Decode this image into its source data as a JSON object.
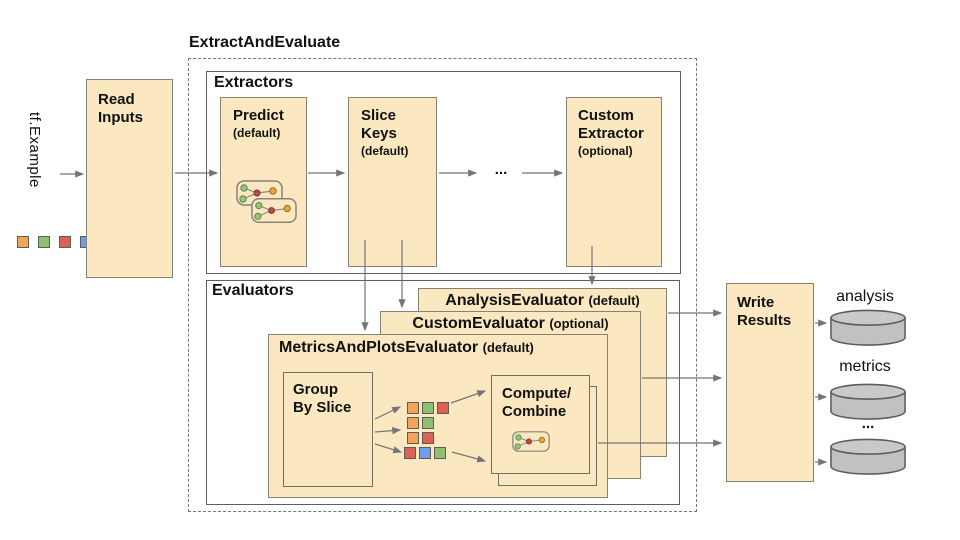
{
  "palette": {
    "box_fill": "#FBE7C0",
    "box_border": "#848474",
    "container_border": "#5f5f5f",
    "dashed_border": "#767676",
    "arrow": "#757575",
    "square_border": "#5e5e50",
    "orange": "#F2A45A",
    "green": "#8FBF72",
    "red": "#DB6158",
    "blue": "#6E9EEA",
    "node_green": "#93C47D",
    "node_red": "#BE4B48",
    "node_yellow": "#E2A83C",
    "cylinder_fill": "#C1C1C1",
    "cylinder_top": "#C9C9C9",
    "cylinder_stroke": "#5d5d5d"
  },
  "input": {
    "label": "tf.Example",
    "squares": [
      "orange",
      "green",
      "red",
      "blue"
    ]
  },
  "read_inputs": {
    "label": "Read\nInputs"
  },
  "pipeline": {
    "title": "ExtractAndEvaluate"
  },
  "extractors": {
    "label": "Extractors",
    "predict": {
      "name": "Predict",
      "qualifier": "(default)"
    },
    "slice_keys": {
      "name": "Slice\nKeys",
      "qualifier": "(default)"
    },
    "custom": {
      "name": "Custom\nExtractor",
      "qualifier": "(optional)"
    },
    "ellipsis": "..."
  },
  "evaluators": {
    "label": "Evaluators",
    "analysis": {
      "name": "AnalysisEvaluator",
      "qualifier": "(default)"
    },
    "custom": {
      "name": "CustomEvaluator",
      "qualifier": "(optional)"
    },
    "metrics_plots": {
      "name": "MetricsAndPlotsEvaluator",
      "qualifier": "(default)"
    },
    "group_by_slice": {
      "label": "Group\nBy Slice"
    },
    "compute_combine": {
      "label": "Compute/\nCombine"
    },
    "slice_rows": [
      [
        "orange",
        "green",
        "red"
      ],
      [
        "orange",
        "green"
      ],
      [
        "orange",
        "red"
      ],
      [
        "red",
        "blue",
        "green"
      ]
    ]
  },
  "write_results": {
    "label": "Write\nResults"
  },
  "outputs": {
    "labels": [
      "analysis",
      "metrics"
    ],
    "ellipsis": "..."
  }
}
